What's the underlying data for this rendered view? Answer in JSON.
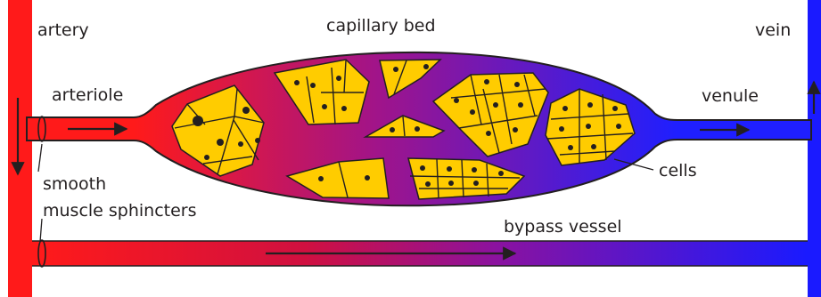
{
  "labels": {
    "artery": "artery",
    "vein": "vein",
    "capillary_bed": "capillary bed",
    "arteriole": "arteriole",
    "venule": "venule",
    "cells": "cells",
    "sphincters_line1": "smooth",
    "sphincters_line2": "muscle sphincters",
    "bypass_vessel": "bypass vessel"
  },
  "colors": {
    "arterial_red": "#ff1a1a",
    "venous_blue": "#1a1aff",
    "cell_fill": "#ffcc00",
    "outline": "#231f20"
  }
}
